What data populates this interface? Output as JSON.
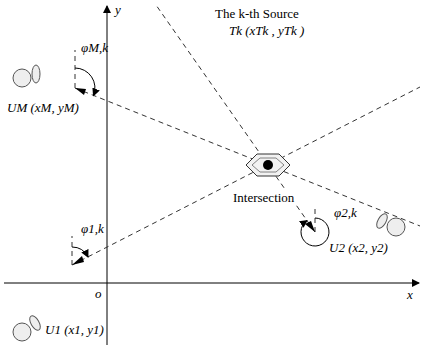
{
  "diagram": {
    "labels": [
      "y",
      "x",
      "o",
      "The k-th Source",
      "Tk (xTk , yTk )",
      "Intersection",
      "U1 (x1, y1)",
      "U2 (x2, y2)",
      "UM (xM, yM)",
      "φ1,k",
      "φ2,k",
      "φM,k"
    ]
  }
}
